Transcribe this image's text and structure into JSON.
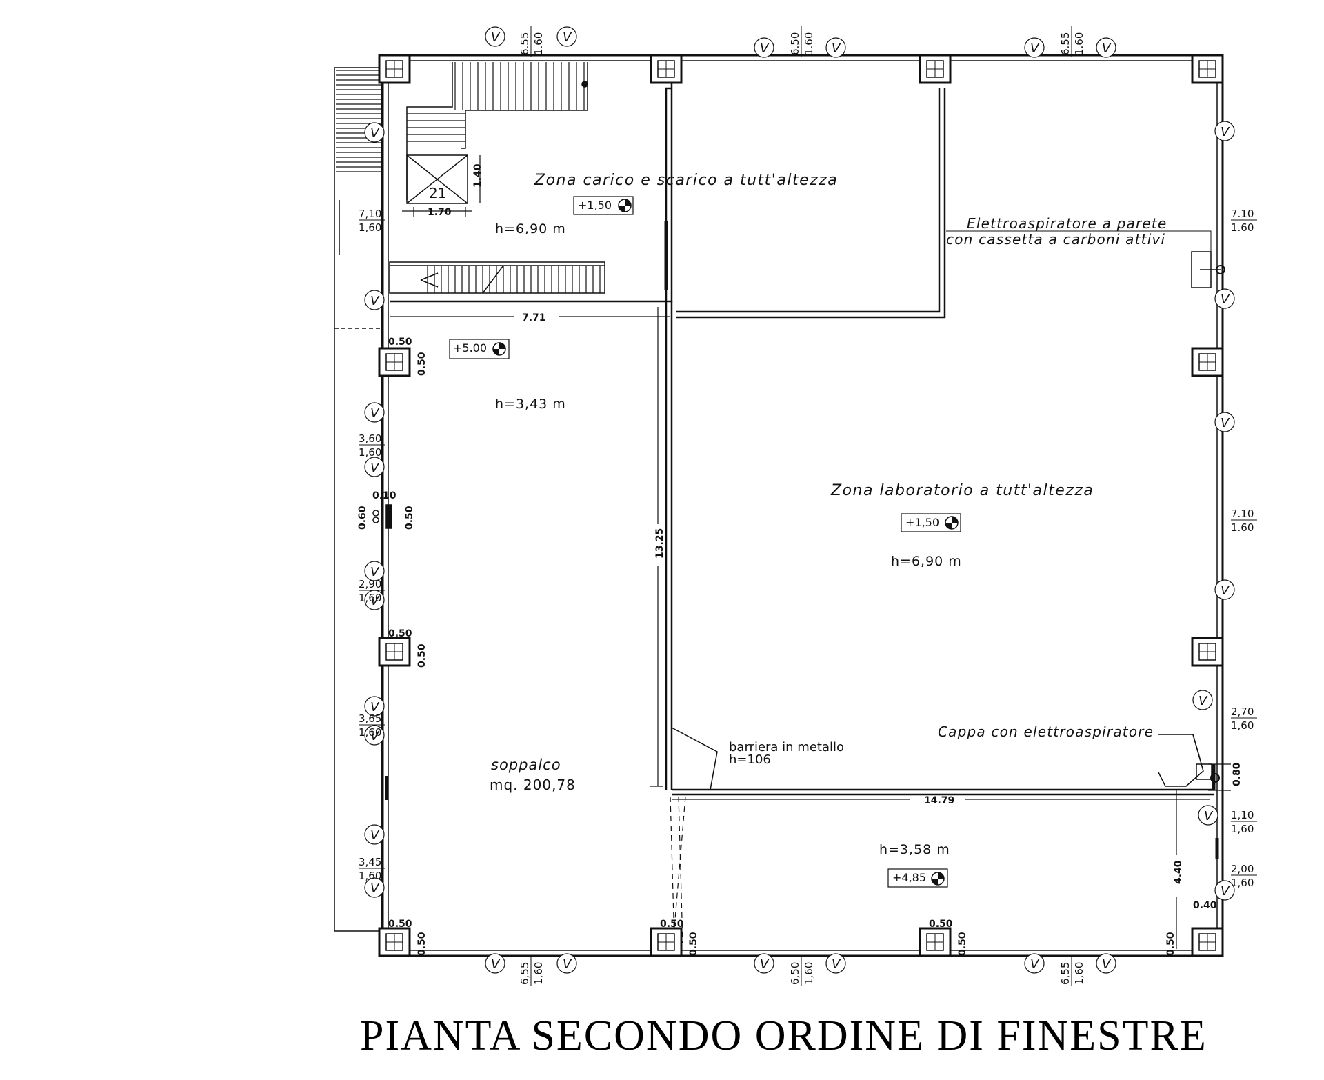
{
  "title": "PIANTA SECONDO ORDINE DI FINESTRE",
  "rooms": {
    "carico": {
      "label": "Zona carico e scarico a tutt'altezza",
      "level": "+1,50",
      "height": "h=6,90 m"
    },
    "laboratorio": {
      "label": "Zona laboratorio a tutt'altezza",
      "level": "+1,50",
      "height": "h=6,90 m"
    },
    "soppalco": {
      "label": "soppalco",
      "area": "mq. 200,78",
      "level": "+5.00",
      "height": "h=3,43 m"
    },
    "lower_right": {
      "level": "+4,85",
      "height": "h=3,58 m"
    }
  },
  "annotations": {
    "elettroaspiratore_line1": "Elettroaspiratore a parete",
    "elettroaspiratore_line2": "con cassetta a carboni attivi",
    "cappa": "Cappa con elettroaspiratore",
    "barriera_line1": "barriera in metallo",
    "barriera_line2": "h=106",
    "lift_number": "21"
  },
  "window_symbol": "V",
  "dimensions": {
    "d_771": "7.71",
    "d_1325": "13.25",
    "d_1479": "14.79",
    "d_440": "4.40",
    "d_170": "1.70",
    "d_140": "1.40",
    "d_050": "0.50",
    "d_010": "0.10",
    "d_060": "0.60",
    "d_080": "0.80",
    "d_040": "0.40"
  },
  "window_marks": {
    "top": [
      [
        "6.55",
        "1.60"
      ],
      [
        "6.50",
        "1.60"
      ],
      [
        "6.55",
        "1.60"
      ]
    ],
    "bottom": [
      [
        "6,55",
        "1,60"
      ],
      [
        "6,50",
        "1,60"
      ],
      [
        "6,55",
        "1,60"
      ]
    ],
    "left": [
      [
        "7,10",
        "1,60"
      ],
      [
        "3,60",
        "1,60"
      ],
      [
        "2,90",
        "1,60"
      ],
      [
        "3,65",
        "1,60"
      ],
      [
        "3,45",
        "1,60"
      ]
    ],
    "right": [
      [
        "7.10",
        "1.60"
      ],
      [
        "7.10",
        "1.60"
      ],
      [
        "2,70",
        "1,60"
      ],
      [
        "1,10",
        "1,60"
      ],
      [
        "2,00",
        "1,60"
      ]
    ]
  }
}
